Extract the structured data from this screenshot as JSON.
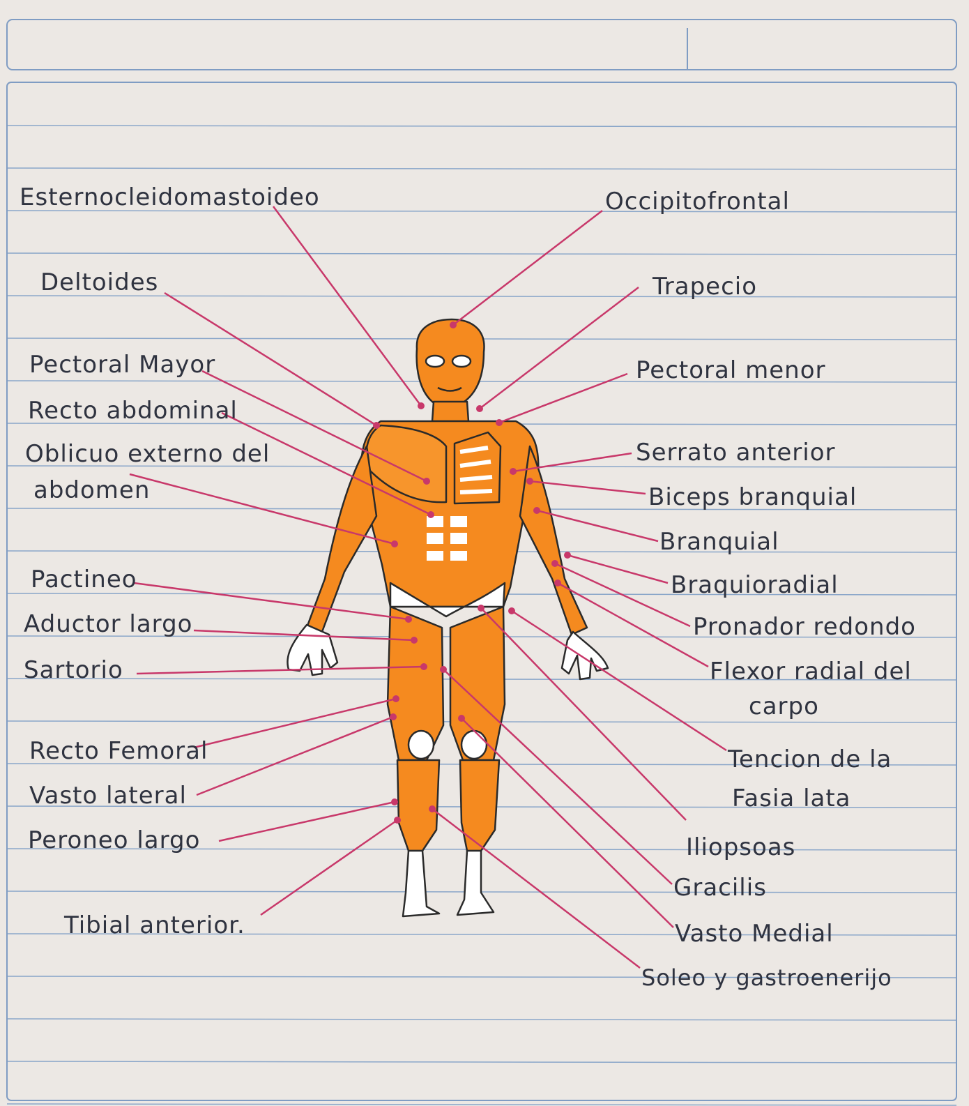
{
  "colors": {
    "paper": "#ece8e4",
    "rule_line": "#8aa6c9",
    "muscle": "#f58a1f",
    "muscle_dark": "#e07210",
    "leader_line": "#c8386a",
    "ink": "#2f3340"
  },
  "labels_left": {
    "esternocleido": "Esternocleidomastoideo",
    "deltoides": "Deltoides",
    "pectoral_mayor": "Pectoral Mayor",
    "recto_abdominal": "Recto abdominal",
    "oblicuo_1": "Oblicuo externo del",
    "oblicuo_2": "abdomen",
    "pactineo": "Pactineo",
    "aductor_largo": "Aductor largo",
    "sartorio": "Sartorio",
    "recto_femoral": "Recto Femoral",
    "vasto_lateral": "Vasto lateral",
    "peroneo_largo": "Peroneo largo",
    "tibial_anterior": "Tibial anterior."
  },
  "labels_right": {
    "occipitofrontal": "Occipitofrontal",
    "trapecio": "Trapecio",
    "pectoral_menor": "Pectoral menor",
    "serrato_anterior": "Serrato anterior",
    "biceps_branquial": "Biceps branquial",
    "branquial": "Branquial",
    "braquioradial": "Braquioradial",
    "pronador_redondo": "Pronador redondo",
    "flexor_1": "Flexor radial del",
    "flexor_2": "carpo",
    "tension_1": "Tencion de la",
    "tension_2": "Fasia lata",
    "iliopsoas": "Iliopsoas",
    "gracilis": "Gracilis",
    "vasto_medial": "Vasto Medial",
    "soleo": "Soleo y gastroenerijo"
  }
}
